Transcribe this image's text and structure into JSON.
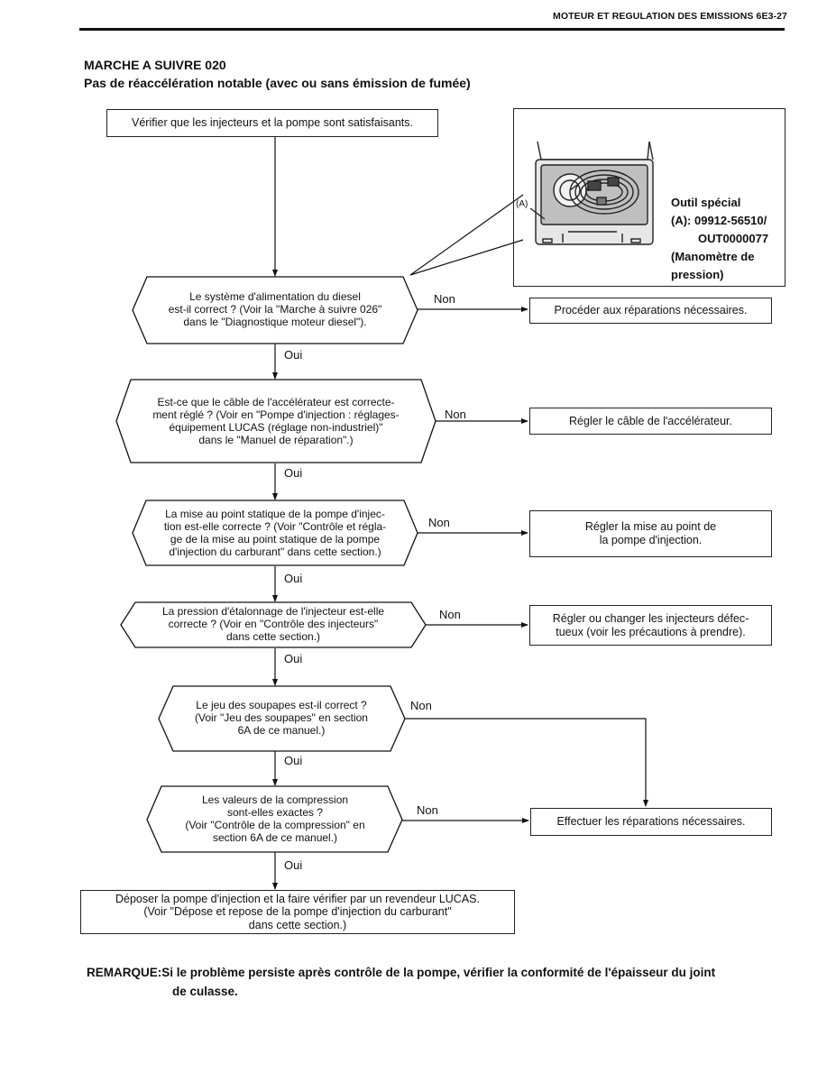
{
  "header": {
    "text": "MOTEUR ET REGULATION DES EMISSIONS   6E3-27"
  },
  "title": {
    "line1": "MARCHE A SUIVRE 020",
    "line2": "Pas de réaccélération notable (avec ou sans émission de fumée)"
  },
  "start_box": "Vérifier que les injecteurs et la pompe sont satisfaisants.",
  "tool": {
    "callout_label": "(A)",
    "line1": "Outil spécial",
    "line2": "(A): 09912-56510/",
    "line3": "OUT0000077",
    "line4": "(Manomètre de",
    "line5": "pression)"
  },
  "decisions": [
    {
      "lines": [
        "Le système d'alimentation du diesel",
        "est-il correct ? (Voir la \"Marche à suivre 026\"",
        "dans le \"Diagnostique moteur diesel\")."
      ],
      "no_label": "Non",
      "yes_label": "Oui"
    },
    {
      "lines": [
        "Est-ce que le câble de l'accélérateur est correcte-",
        "ment réglé ? (Voir en \"Pompe d'injection : réglages-",
        "équipement LUCAS (réglage non-industriel)\"",
        "dans le \"Manuel de réparation\".)"
      ],
      "no_label": "Non",
      "yes_label": "Oui"
    },
    {
      "lines": [
        "La mise au point statique de la pompe d'injec-",
        "tion est-elle correcte ? (Voir \"Contrôle et régla-",
        "ge de la mise au point statique de la pompe",
        "d'injection du carburant\" dans cette section.)"
      ],
      "no_label": "Non",
      "yes_label": "Oui"
    },
    {
      "lines": [
        "La pression d'étalonnage de l'injecteur est-elle",
        "correcte ? (Voir en \"Contrôle des injecteurs\"",
        "dans cette section.)"
      ],
      "no_label": "Non",
      "yes_label": "Oui"
    },
    {
      "lines": [
        "Le jeu des soupapes est-il correct ?",
        "(Voir \"Jeu des soupapes\" en section",
        "6A de ce manuel.)"
      ],
      "no_label": "Non",
      "yes_label": "Oui"
    },
    {
      "lines": [
        "Les valeurs de la compression",
        "sont-elles exactes ?",
        "(Voir \"Contrôle de la compression\" en",
        "section 6A de ce manuel.)"
      ],
      "no_label": "Non",
      "yes_label": "Oui"
    }
  ],
  "actions": [
    {
      "lines": [
        "Procéder aux réparations nécessaires."
      ]
    },
    {
      "lines": [
        "Régler le câble de l'accélérateur."
      ]
    },
    {
      "lines": [
        "Régler la mise au point de",
        "la pompe d'injection."
      ]
    },
    {
      "lines": [
        "Régler ou changer les injecteurs défec-",
        "tueux (voir les précautions à prendre)."
      ]
    },
    {
      "lines": [
        "Effectuer les réparations nécessaires."
      ]
    }
  ],
  "final_box": {
    "lines": [
      "Déposer la pompe d'injection et la faire vérifier par un revendeur LUCAS.",
      "(Voir \"Dépose et repose de la pompe d'injection du carburant\"",
      "dans cette section.)"
    ]
  },
  "note": {
    "label": "REMARQUE:",
    "line1": "Si le problème persiste après contrôle de la pompe, vérifier la conformité de l'épaisseur du joint",
    "line2": "de culasse."
  }
}
